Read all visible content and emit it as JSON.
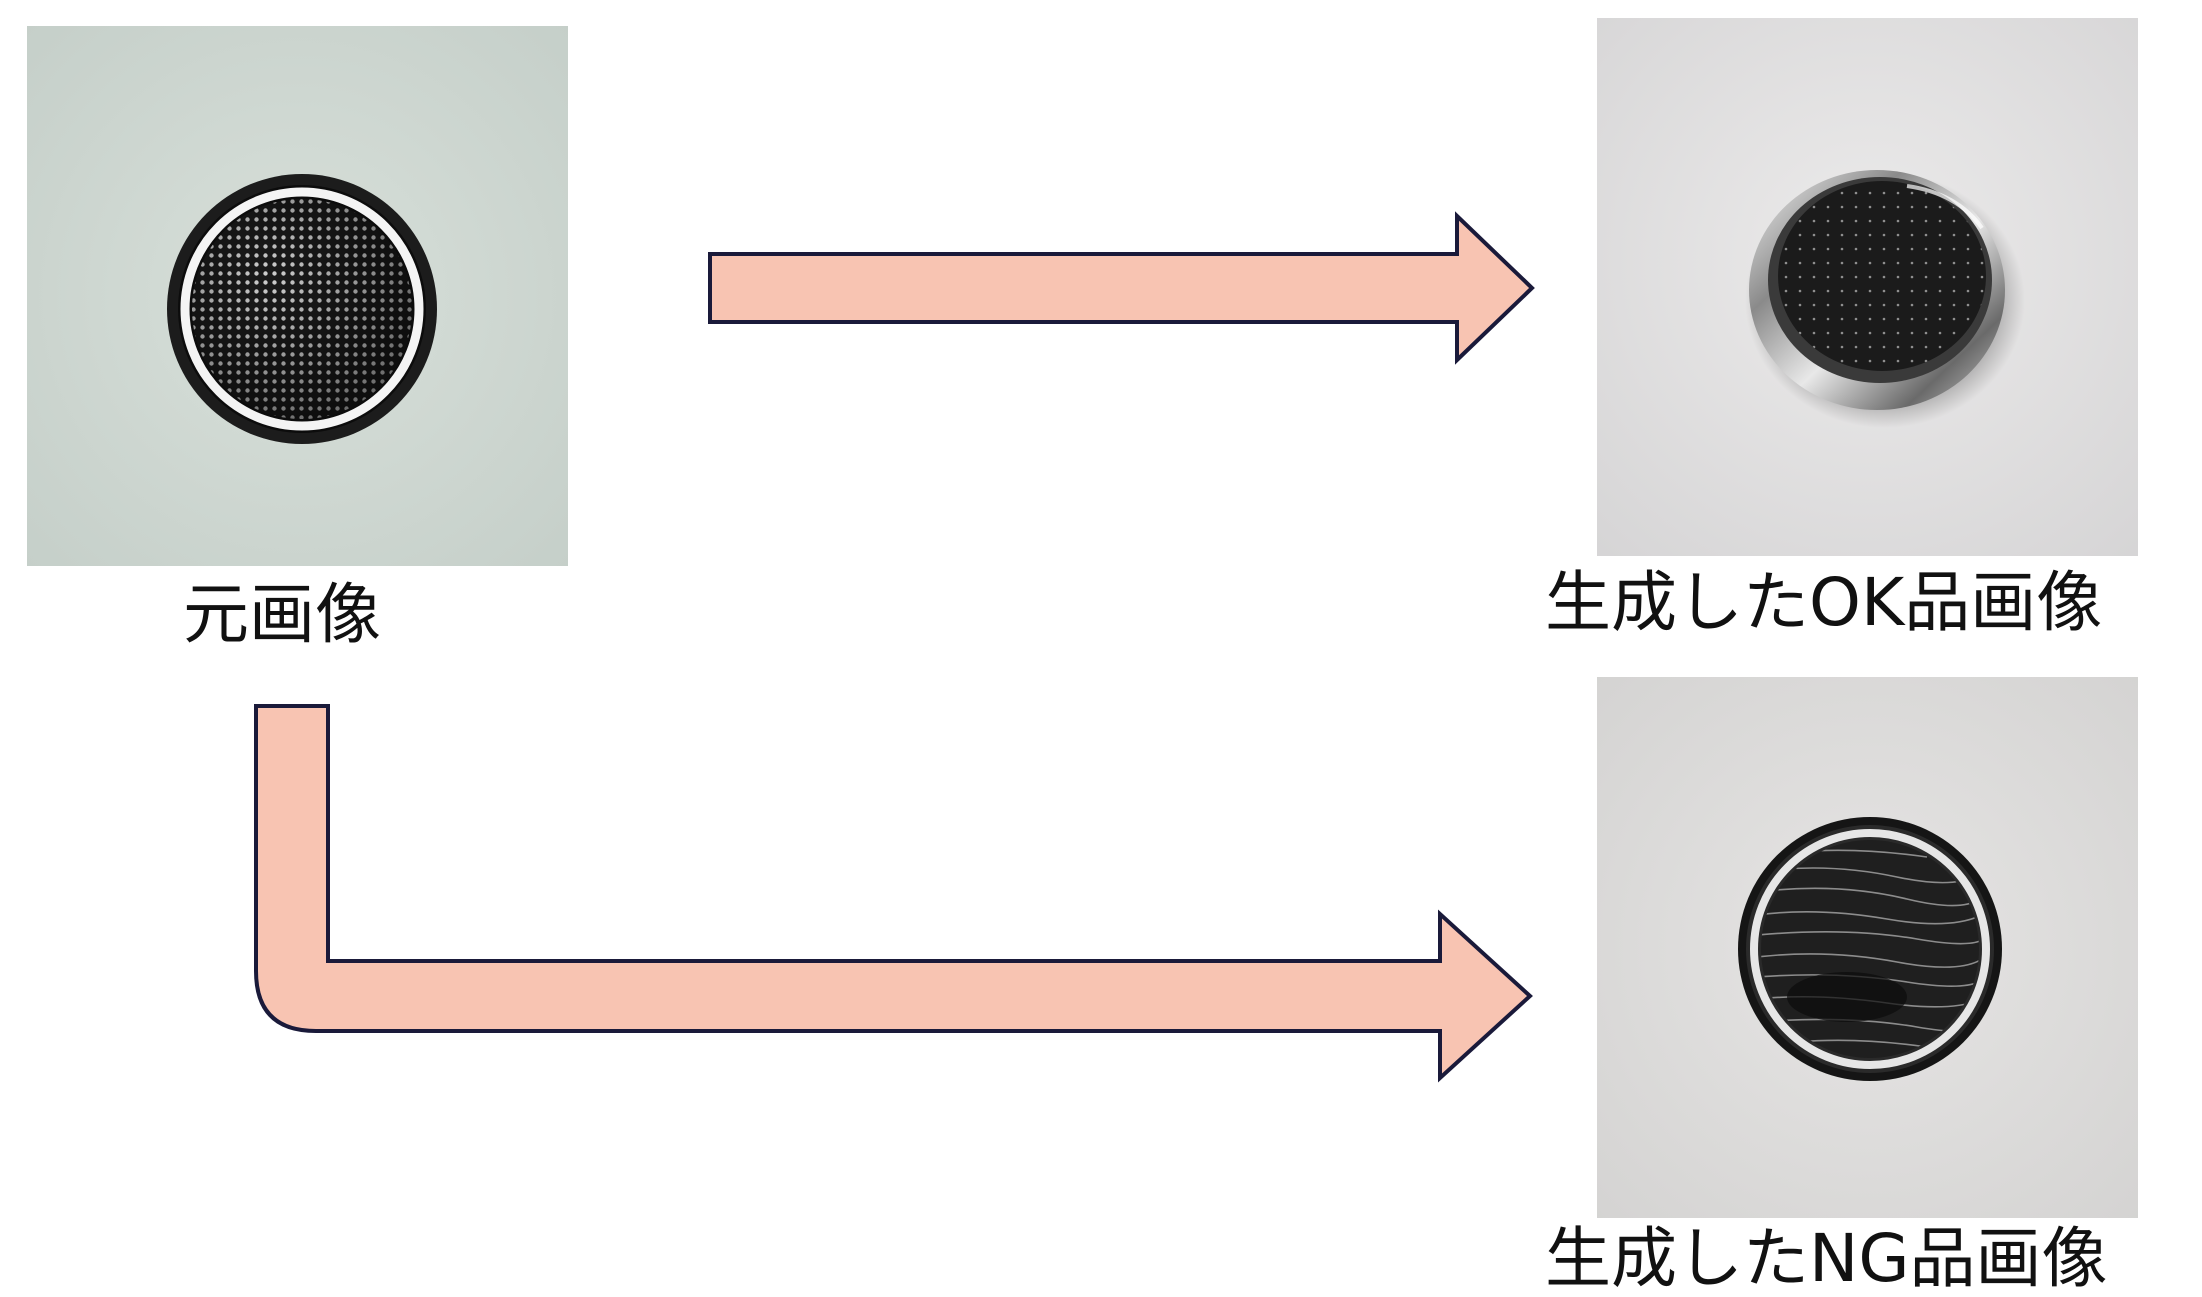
{
  "captions": {
    "source": "元画像",
    "ok": "生成したOK品画像",
    "ng": "生成したNG品画像"
  },
  "colors": {
    "arrow_fill": "#f8c4b2",
    "arrow_stroke": "#1a1a3a",
    "source_bg": "#cfd8d2",
    "generated_bg": "#dedcdc"
  },
  "icons": {
    "source_photo": "coin-battery-mesh",
    "ok_photo": "coin-battery-dotted",
    "ng_photo": "coin-battery-scratched",
    "arrow_to_ok": "straight-arrow",
    "arrow_to_ng": "bent-arrow"
  }
}
